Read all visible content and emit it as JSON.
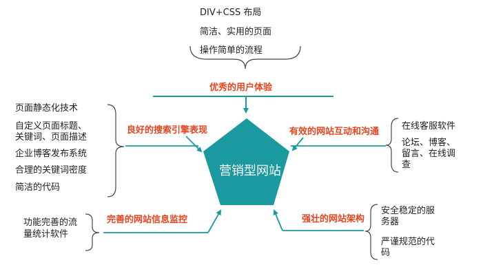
{
  "center": {
    "label": "营销型网站",
    "color": "#1a9aa0"
  },
  "colors": {
    "accent_text": "#e8451f",
    "line": "#1a9aa0",
    "text": "#222222",
    "brace": "#444444"
  },
  "top": {
    "label": "优秀的用户体验",
    "items": [
      "DIV+CSS 布局",
      "简洁、实用的页面",
      "操作简单的流程"
    ]
  },
  "upper_left": {
    "label": "良好的搜索引擎表现",
    "items": [
      "页面静态化技术",
      "自定义页面标题、",
      "关键词、页面描述",
      "企业博客发布系统",
      "合理的关键词密度",
      "简洁的代码"
    ]
  },
  "upper_right": {
    "label": "有效的网站互动和沟通",
    "items": [
      "在线客服软件",
      "论坛、博客、",
      "留言、在线调",
      "查"
    ]
  },
  "lower_left": {
    "label": "完善的网站信息监控",
    "items": [
      "功能完善的流",
      "量统计软件"
    ]
  },
  "lower_right": {
    "label": "强壮的网站架构",
    "items": [
      "安全稳定的服",
      "务器",
      "严谨规范的代",
      "码"
    ]
  }
}
